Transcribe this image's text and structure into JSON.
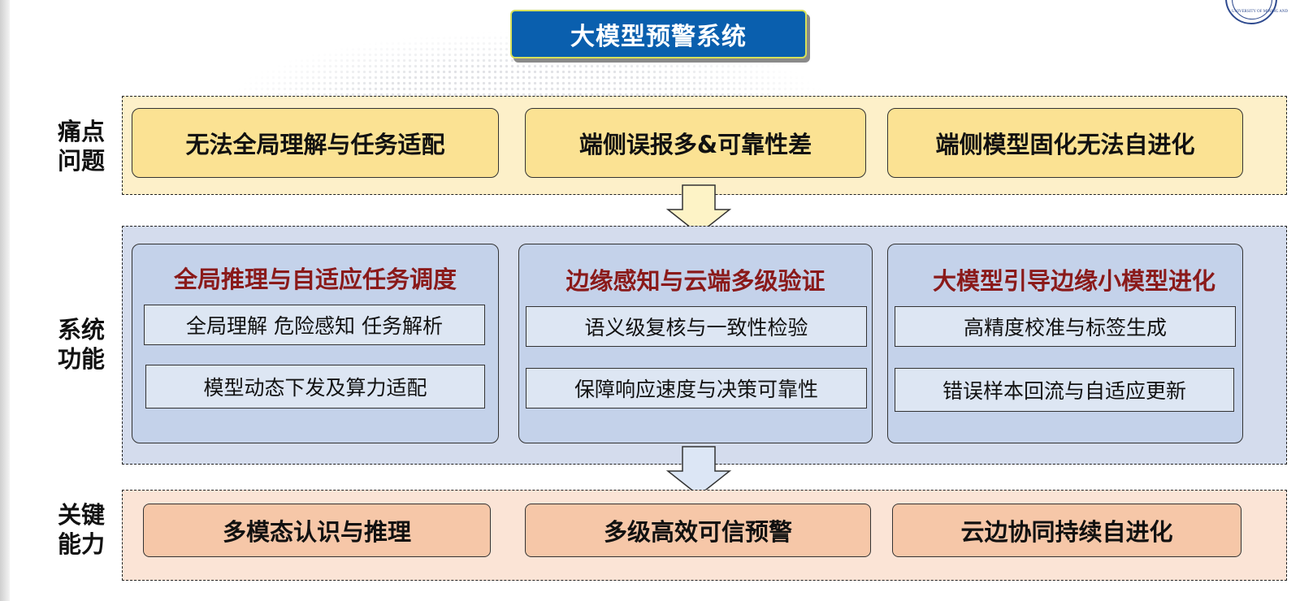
{
  "title": "大模型预警系统",
  "logo": {
    "text": "UNIVERSITY OF MINING AND"
  },
  "rows": {
    "pain": {
      "label_line1": "痛点",
      "label_line2": "问题",
      "boxes": [
        "无法全局理解与任务适配",
        "端侧误报多&可靠性差",
        "端侧模型固化无法自进化"
      ]
    },
    "function": {
      "label_line1": "系统",
      "label_line2": "功能",
      "panels": [
        {
          "title": "全局推理与自适应任务调度",
          "items": [
            "全局理解  危险感知  任务解析",
            "模型动态下发及算力适配"
          ]
        },
        {
          "title": "边缘感知与云端多级验证",
          "items": [
            "语义级复核与一致性检验",
            "保障响应速度与决策可靠性"
          ]
        },
        {
          "title": "大模型引导边缘小模型进化",
          "items": [
            "高精度校准与标签生成",
            "错误样本回流与自适应更新"
          ]
        }
      ]
    },
    "capability": {
      "label_line1": "关键",
      "label_line2": "能力",
      "boxes": [
        "多模态认识与推理",
        "多级高效可信预警",
        "云边协同持续自进化"
      ]
    }
  },
  "colors": {
    "title_bg": "#0a5fae",
    "pain_band": "#fdf0c9",
    "pain_box": "#fbe293",
    "func_band": "#d4dced",
    "func_panel": "#c4d2ea",
    "panel_title": "#8a1a1a",
    "cap_band": "#fbe4d6",
    "cap_box": "#f6c7a8",
    "arrow_fill_1": "#fdf3c6",
    "arrow_fill_2": "#dce6f5"
  }
}
